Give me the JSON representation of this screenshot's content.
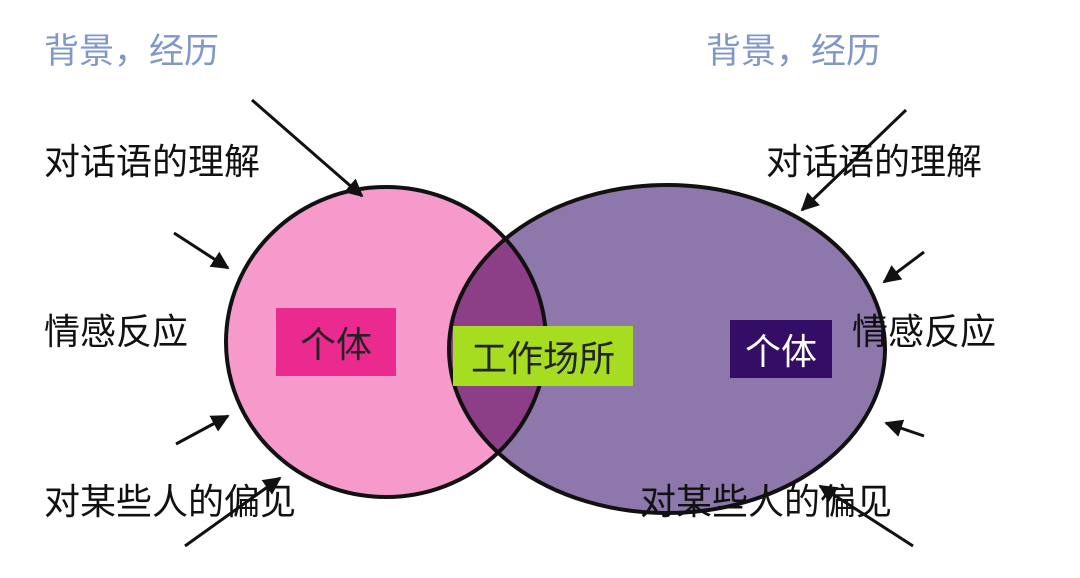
{
  "left": {
    "background": "背景，经历",
    "understanding": "对话语的理解",
    "emotion": "情感反应",
    "prejudice": "对某些人的偏见",
    "individual": "个体"
  },
  "right": {
    "background": "背景，经历",
    "understanding": "对话语的理解",
    "emotion": "情感反应",
    "prejudice": "对某些人的偏见",
    "individual": "个体"
  },
  "center": {
    "workplace": "工作场所"
  },
  "colors": {
    "left_circle": "#f59acb",
    "right_circle": "#8e78ab",
    "overlap": "#8c3f86",
    "left_box": "#ea2a8e",
    "center_box": "#a6dd21",
    "right_box": "#330d66",
    "label_blue": "#7f97c9"
  }
}
